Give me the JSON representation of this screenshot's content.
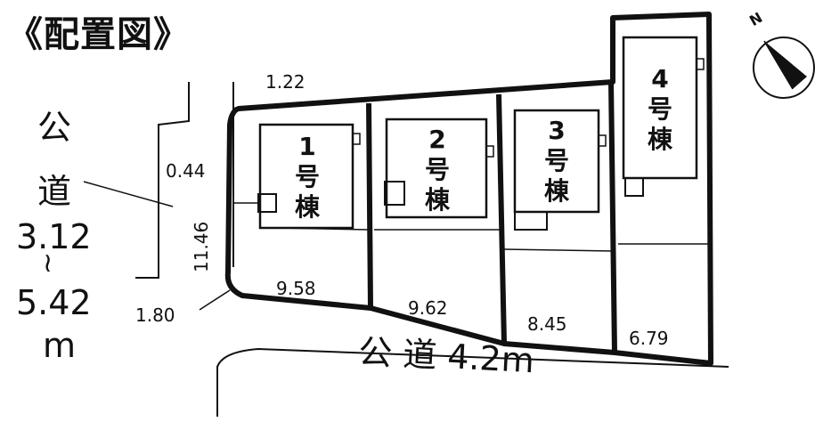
{
  "title": "《配置図》",
  "west_road": {
    "char1": "公",
    "char2": "道",
    "width_min": "3.12",
    "range_mark": "≀",
    "width_max": "5.42",
    "unit": "m"
  },
  "south_road": {
    "label": "公 道 4.2m"
  },
  "dimensions": {
    "top_left": "1.22",
    "left_upper": "0.44",
    "left_side": "11.46",
    "bottom_left": "1.80",
    "lot1_frontage": "9.58",
    "lot2_frontage": "9.62",
    "lot3_frontage": "8.45",
    "lot4_frontage": "6.79"
  },
  "buildings": [
    {
      "num": "1",
      "label1": "号",
      "label2": "棟"
    },
    {
      "num": "2",
      "label1": "号",
      "label2": "棟"
    },
    {
      "num": "3",
      "label1": "号",
      "label2": "棟"
    },
    {
      "num": "4",
      "label1": "号",
      "label2": "棟"
    }
  ],
  "compass": {
    "north_label": "N"
  }
}
